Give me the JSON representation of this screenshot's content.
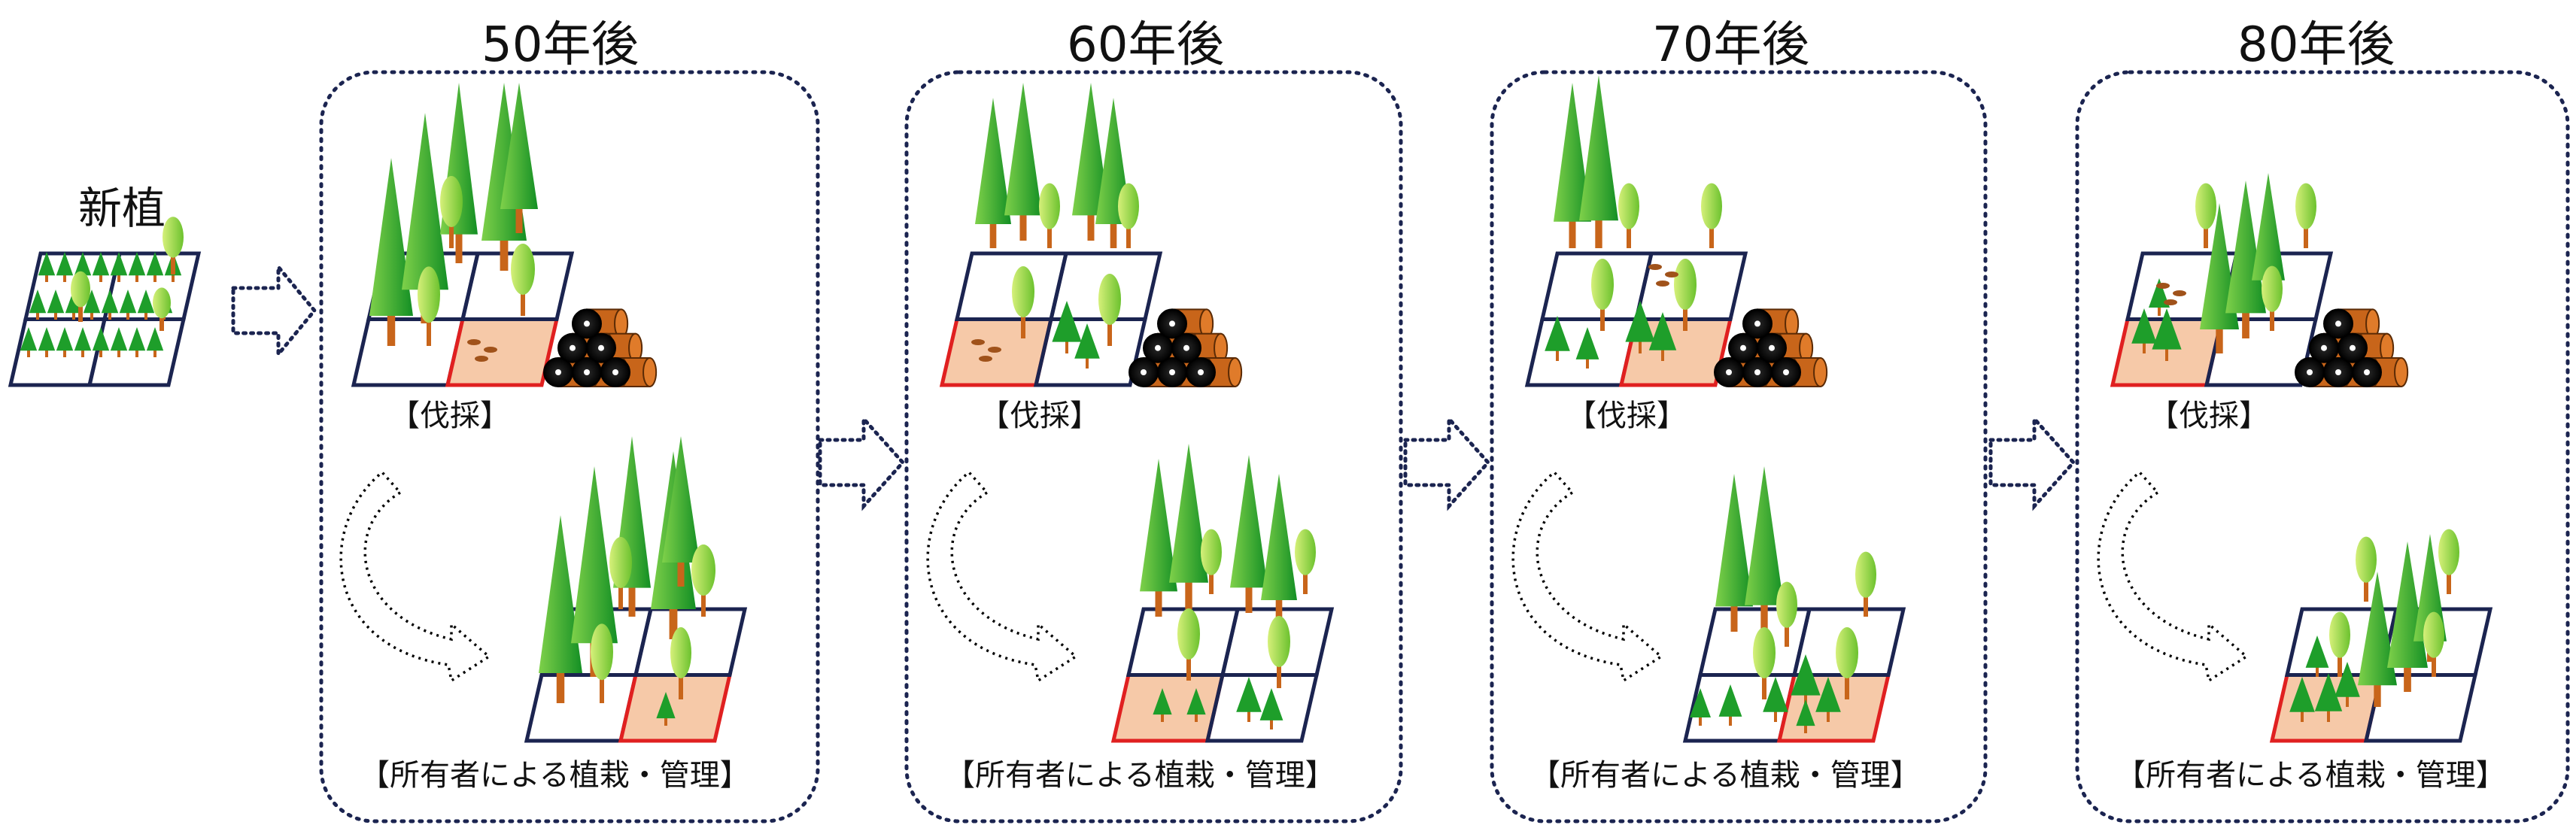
{
  "start_label": "新植",
  "harvest_label": "【伐採】",
  "planting_label": "【所有者による植栽・管理】",
  "stages": [
    {
      "title": "50年後"
    },
    {
      "title": "60年後"
    },
    {
      "title": "70年後"
    },
    {
      "title": "80年後"
    }
  ],
  "colors": {
    "dark_tree": "#1e9e2a",
    "light_tree": "#8fd23a",
    "trunk": "#c8651a",
    "cut_plot": "#f6c9a8",
    "cut_border": "#e02020",
    "grid": "#1b2450",
    "frame": "#1b2450"
  }
}
